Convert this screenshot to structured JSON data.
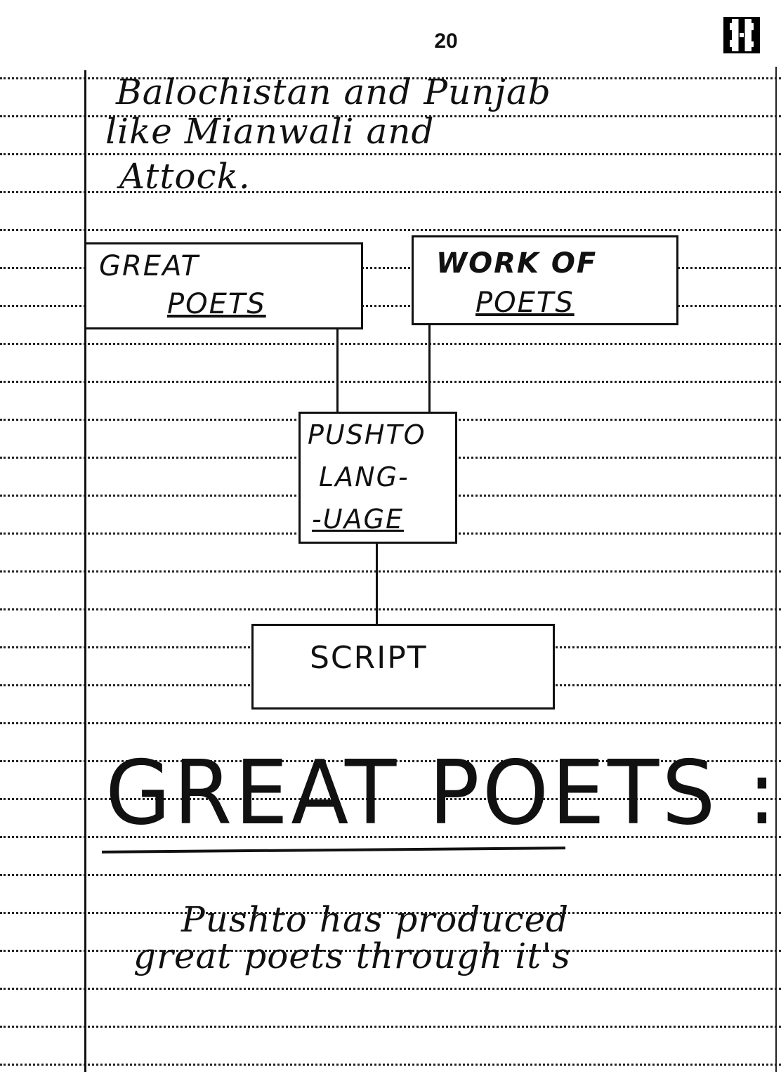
{
  "page_number": "20",
  "intro_lines": [
    "Balochistan   and   Punjab",
    "like    Mianwali     and",
    "Attock."
  ],
  "diagram": {
    "great_poets": [
      "GREAT",
      "POETS"
    ],
    "work_of_poets": [
      "WORK  OF",
      "POETS"
    ],
    "pushto_language": [
      "PUSHTO",
      "LANG-",
      "-UAGE"
    ],
    "script": "SCRIPT"
  },
  "heading": "GREAT  POETS  :",
  "body_lines": [
    "Pushto   has   produced",
    "great   poets    through  it's"
  ]
}
